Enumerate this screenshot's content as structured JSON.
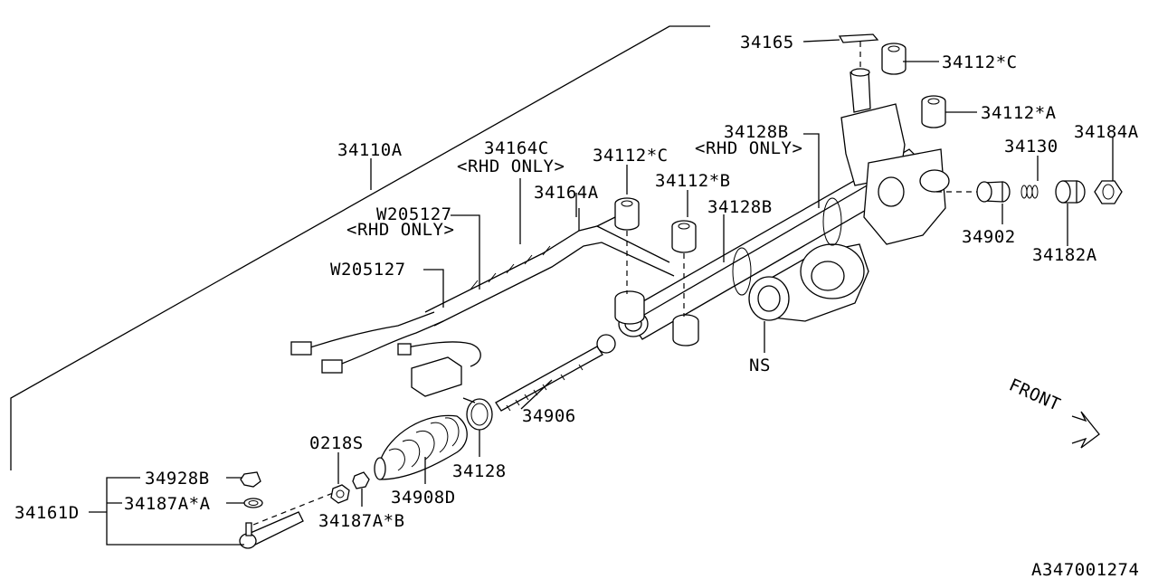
{
  "labels": {
    "p34165": "34165",
    "p34112c_top": "34112*C",
    "p34112a_right": "34112*A",
    "p34128b_top": "34128B",
    "rhd_only_1": "<RHD ONLY>",
    "p34130": "34130",
    "p34184a": "34184A",
    "p34110a": "34110A",
    "p34164c": "34164C",
    "rhd_only_2": "<RHD ONLY>",
    "p34112c_mid": "34112*C",
    "p34112b": "34112*B",
    "p34164a": "34164A",
    "p34128b_mid": "34128B",
    "w205127_a": "W205127",
    "rhd_only_3": "<RHD ONLY>",
    "w205127_b": "W205127",
    "p34902": "34902",
    "p34182a": "34182A",
    "ns": "NS",
    "front": "FRONT",
    "p34906": "34906",
    "p0218s": "0218S",
    "p34928b": "34928B",
    "p34187a_a": "34187A*A",
    "p34161d": "34161D",
    "p34128": "34128",
    "p34908d": "34908D",
    "p34187a_b": "34187A*B",
    "diagram_id": "A347001274"
  }
}
